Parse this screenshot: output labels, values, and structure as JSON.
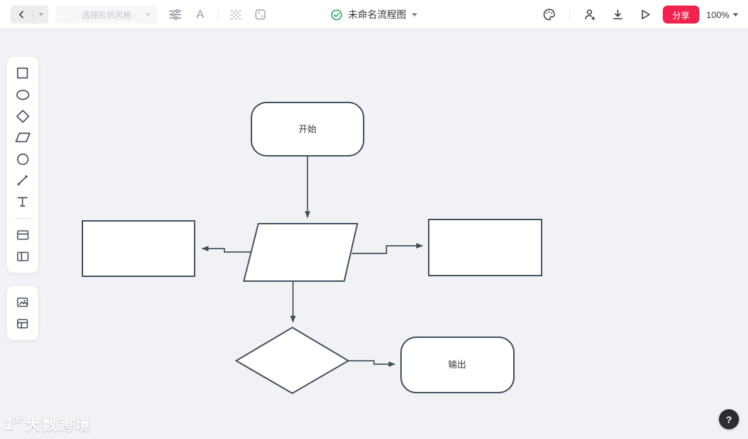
{
  "topbar": {
    "shape_style_placeholder": "- 选择形状风格 -",
    "font_icon_label": "A",
    "doc_title": "未命名流程图",
    "share_label": "分享",
    "zoom_value": "100%"
  },
  "sidebar": {
    "panel1_tools": [
      "rectangle",
      "ellipse",
      "diamond",
      "parallelogram",
      "circle",
      "line",
      "text",
      "frame",
      "split-layout"
    ],
    "panel2_tools": [
      "image",
      "table"
    ]
  },
  "flowchart": {
    "stroke_color": "#434e5a",
    "fill_color": "#ffffff",
    "nodes": [
      {
        "id": "start",
        "type": "rounded-rect",
        "label": "开始"
      },
      {
        "id": "input-parallelogram",
        "type": "parallelogram",
        "label": ""
      },
      {
        "id": "left-process",
        "type": "rect",
        "label": ""
      },
      {
        "id": "right-process",
        "type": "rect",
        "label": ""
      },
      {
        "id": "decision",
        "type": "diamond",
        "label": ""
      },
      {
        "id": "output",
        "type": "rounded-rect",
        "label": "输出"
      }
    ]
  },
  "watermark": {
    "logo_text": "1",
    "logo_sup": "00",
    "brand": "大数跨境"
  },
  "help_label": "?"
}
